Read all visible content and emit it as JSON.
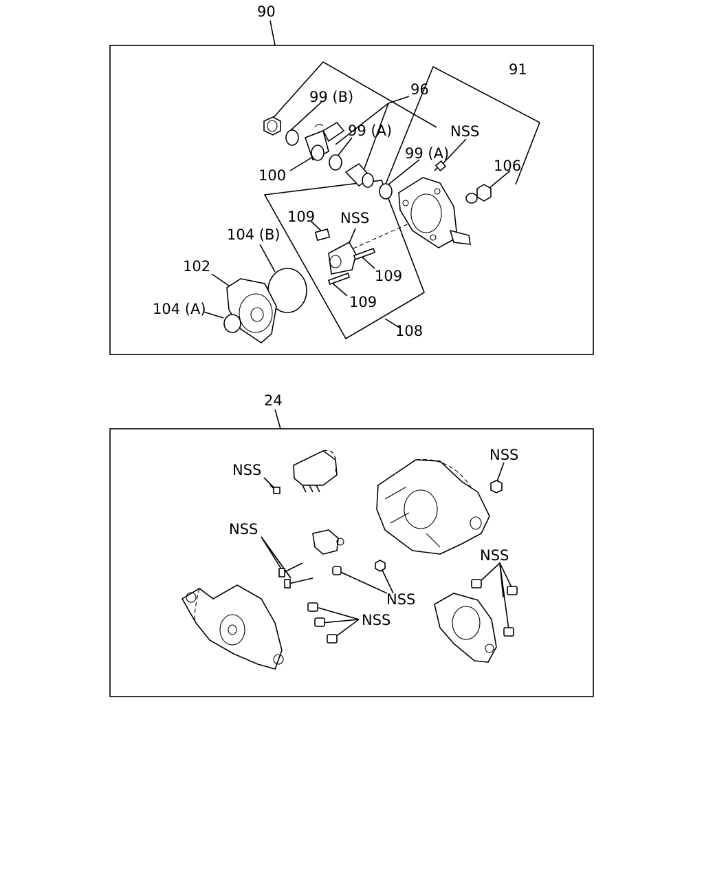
{
  "diagram_a": {
    "ref": "90",
    "labels": {
      "p91": "91",
      "p96": "96",
      "p99b": "99 (B)",
      "p99a_1": "99 (A)",
      "p99a_2": "99 (A)",
      "nss_1": "NSS",
      "p106": "106",
      "p100": "100",
      "p109_1": "109",
      "nss_2": "NSS",
      "p104b": "104 (B)",
      "p102": "102",
      "p109_2": "109",
      "p104a": "104 (A)",
      "p109_3": "109",
      "p108": "108"
    }
  },
  "diagram_b": {
    "ref": "24",
    "labels": {
      "nss_1": "NSS",
      "nss_2": "NSS",
      "nss_3": "NSS",
      "nss_4": "NSS",
      "nss_5": "NSS",
      "nss_6": "NSS"
    }
  }
}
